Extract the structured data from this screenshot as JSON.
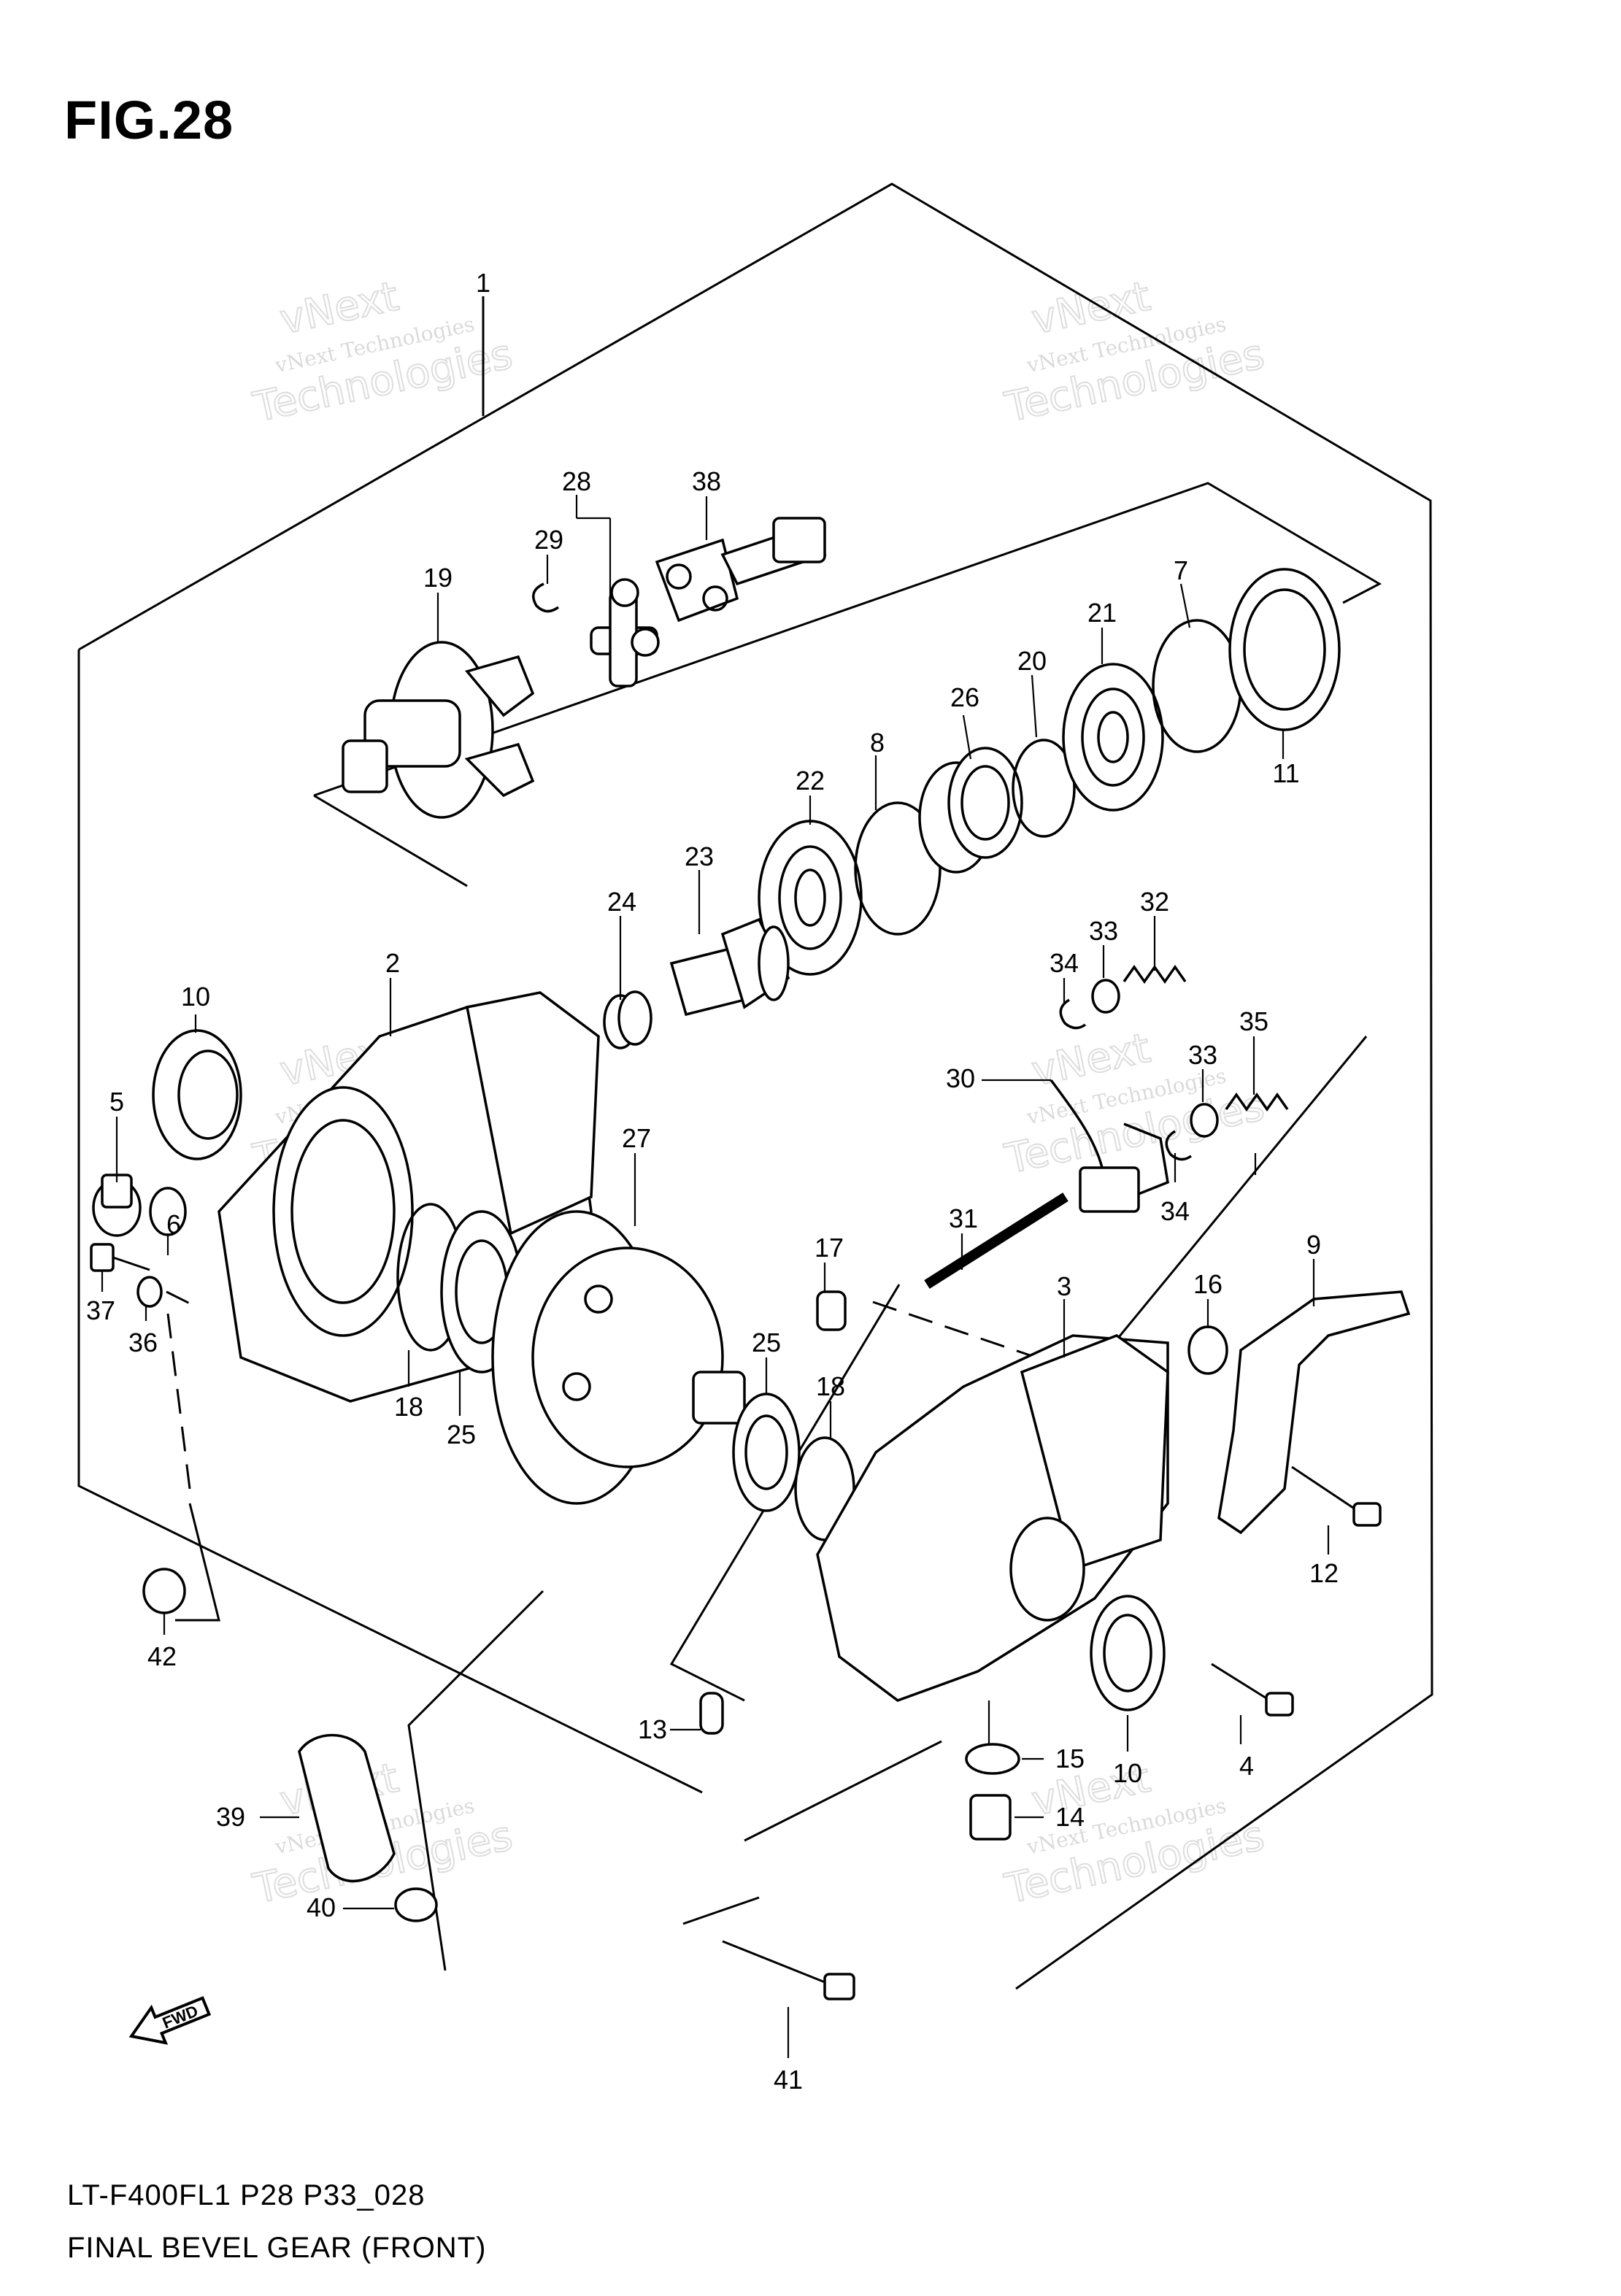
{
  "figure": {
    "title": "FIG.28",
    "model_code": "LT-F400FL1 P28 P33_028",
    "caption": "FINAL BEVEL GEAR (FRONT)"
  },
  "watermarks": [
    {
      "line1": "vNext",
      "line2": "vNext Technologies",
      "line3": "Technologies"
    },
    {
      "line1": "vNext",
      "line2": "vNext Technologies",
      "line3": "Technologies"
    },
    {
      "line1": "vNext",
      "line2": "vNext Technologies",
      "line3": "Technologies"
    },
    {
      "line1": "vNext",
      "line2": "vNext Technologies",
      "line3": "Technologies"
    },
    {
      "line1": "vNext",
      "line2": "vNext Technologies",
      "line3": "Technologies"
    },
    {
      "line1": "vNext",
      "line2": "vNext Technologies",
      "line3": "Technologies"
    }
  ],
  "callouts": [
    "1",
    "2",
    "3",
    "4",
    "5",
    "6",
    "7",
    "8",
    "9",
    "10",
    "10",
    "11",
    "12",
    "13",
    "14",
    "15",
    "16",
    "17",
    "18",
    "18",
    "19",
    "20",
    "21",
    "22",
    "23",
    "24",
    "25",
    "25",
    "26",
    "27",
    "28",
    "29",
    "30",
    "31",
    "32",
    "33",
    "33",
    "34",
    "34",
    "35",
    "36",
    "37",
    "38",
    "39",
    "40",
    "41",
    "42"
  ],
  "fwd_label": "FWD"
}
